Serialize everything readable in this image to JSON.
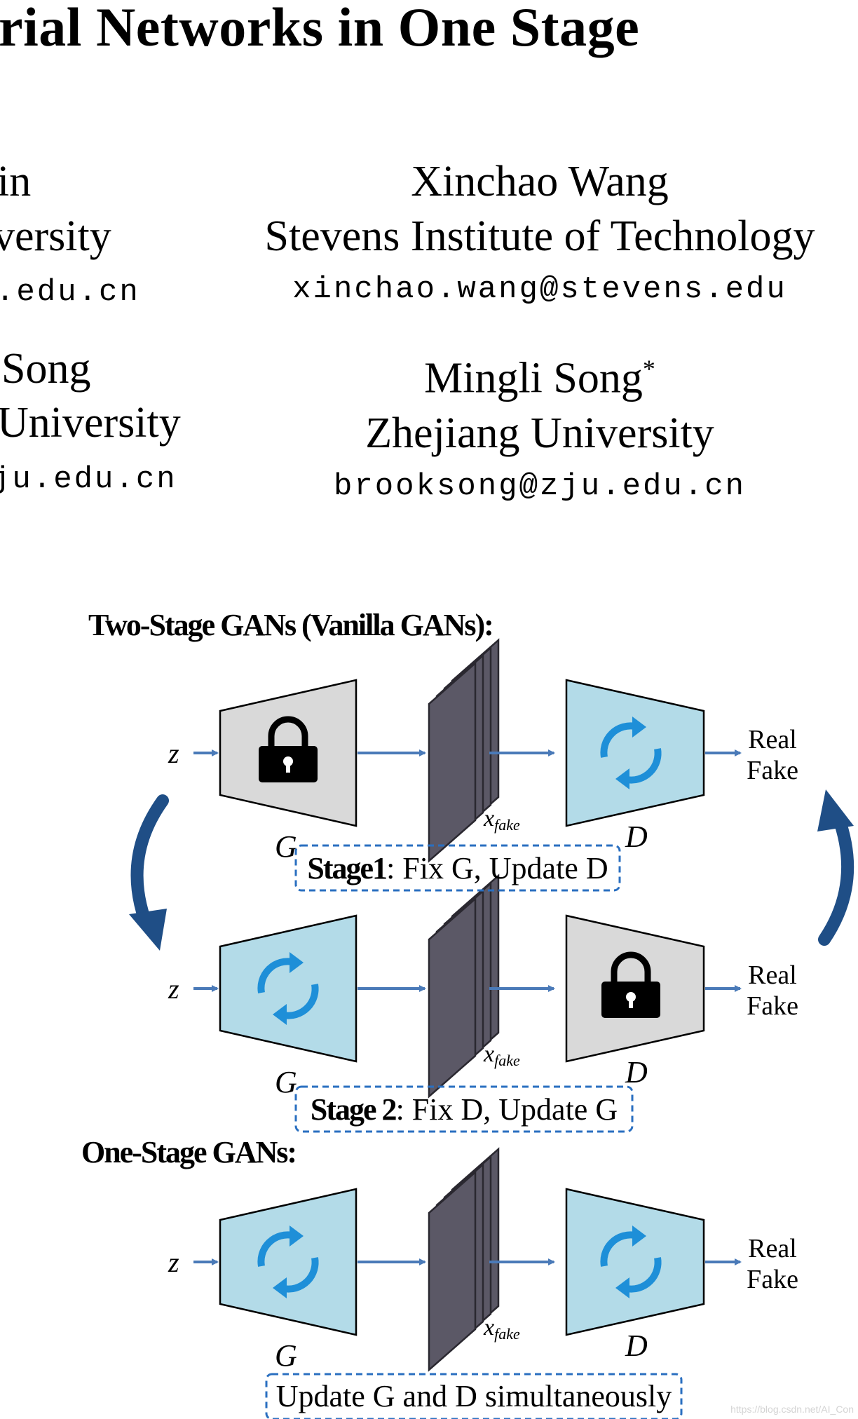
{
  "paper": {
    "title_fragment": "rial Networks in One Stage",
    "left_fragments": {
      "name1": "in",
      "affil1": "versity",
      "email1": ".edu.cn",
      "name2": "Song",
      "affil2": " University",
      "email2": "ju.edu.cn"
    },
    "authors": [
      {
        "name": "Xinchao Wang",
        "affiliation": "Stevens Institute of Technology",
        "email": "xinchao.wang@stevens.edu"
      },
      {
        "name": "Mingli Song",
        "name_mark": "*",
        "affiliation": "Zhejiang University",
        "email": "brooksong@zju.edu.cn"
      }
    ]
  },
  "figure": {
    "two_stage_heading": "Two-Stage GANs (Vanilla GANs):",
    "one_stage_heading": "One-Stage GANs:",
    "input_label": "z",
    "generator_label": "G",
    "discriminator_label": "D",
    "fake_sample_label": "x",
    "fake_sample_subscript": "fake",
    "output_real": "Real",
    "output_fake": "Fake",
    "stage1": {
      "bold": "Stage1",
      "rest": ": Fix G, Update D"
    },
    "stage2": {
      "bold": "Stage 2",
      "rest": ": Fix D, Update G"
    },
    "one_stage_caption": "Update G and D simultaneously",
    "colors": {
      "arrow": "#4a7ab8",
      "trainable_fill": "#b3dbe8",
      "frozen_fill": "#d9d9d9",
      "refresh_icon": "#1e8fd8",
      "stack_fill": "#5b5866",
      "dashed_box": "#2a6fc0",
      "big_arrow": "#1f4e86"
    },
    "rows": [
      {
        "generator_state": "frozen",
        "generator_icon": "lock-icon",
        "discriminator_state": "trainable",
        "discriminator_icon": "refresh-icon"
      },
      {
        "generator_state": "trainable",
        "generator_icon": "refresh-icon",
        "discriminator_state": "frozen",
        "discriminator_icon": "lock-icon"
      },
      {
        "generator_state": "trainable",
        "generator_icon": "refresh-icon",
        "discriminator_state": "trainable",
        "discriminator_icon": "refresh-icon"
      }
    ]
  },
  "watermark": "https://blog.csdn.net/AI_Con"
}
